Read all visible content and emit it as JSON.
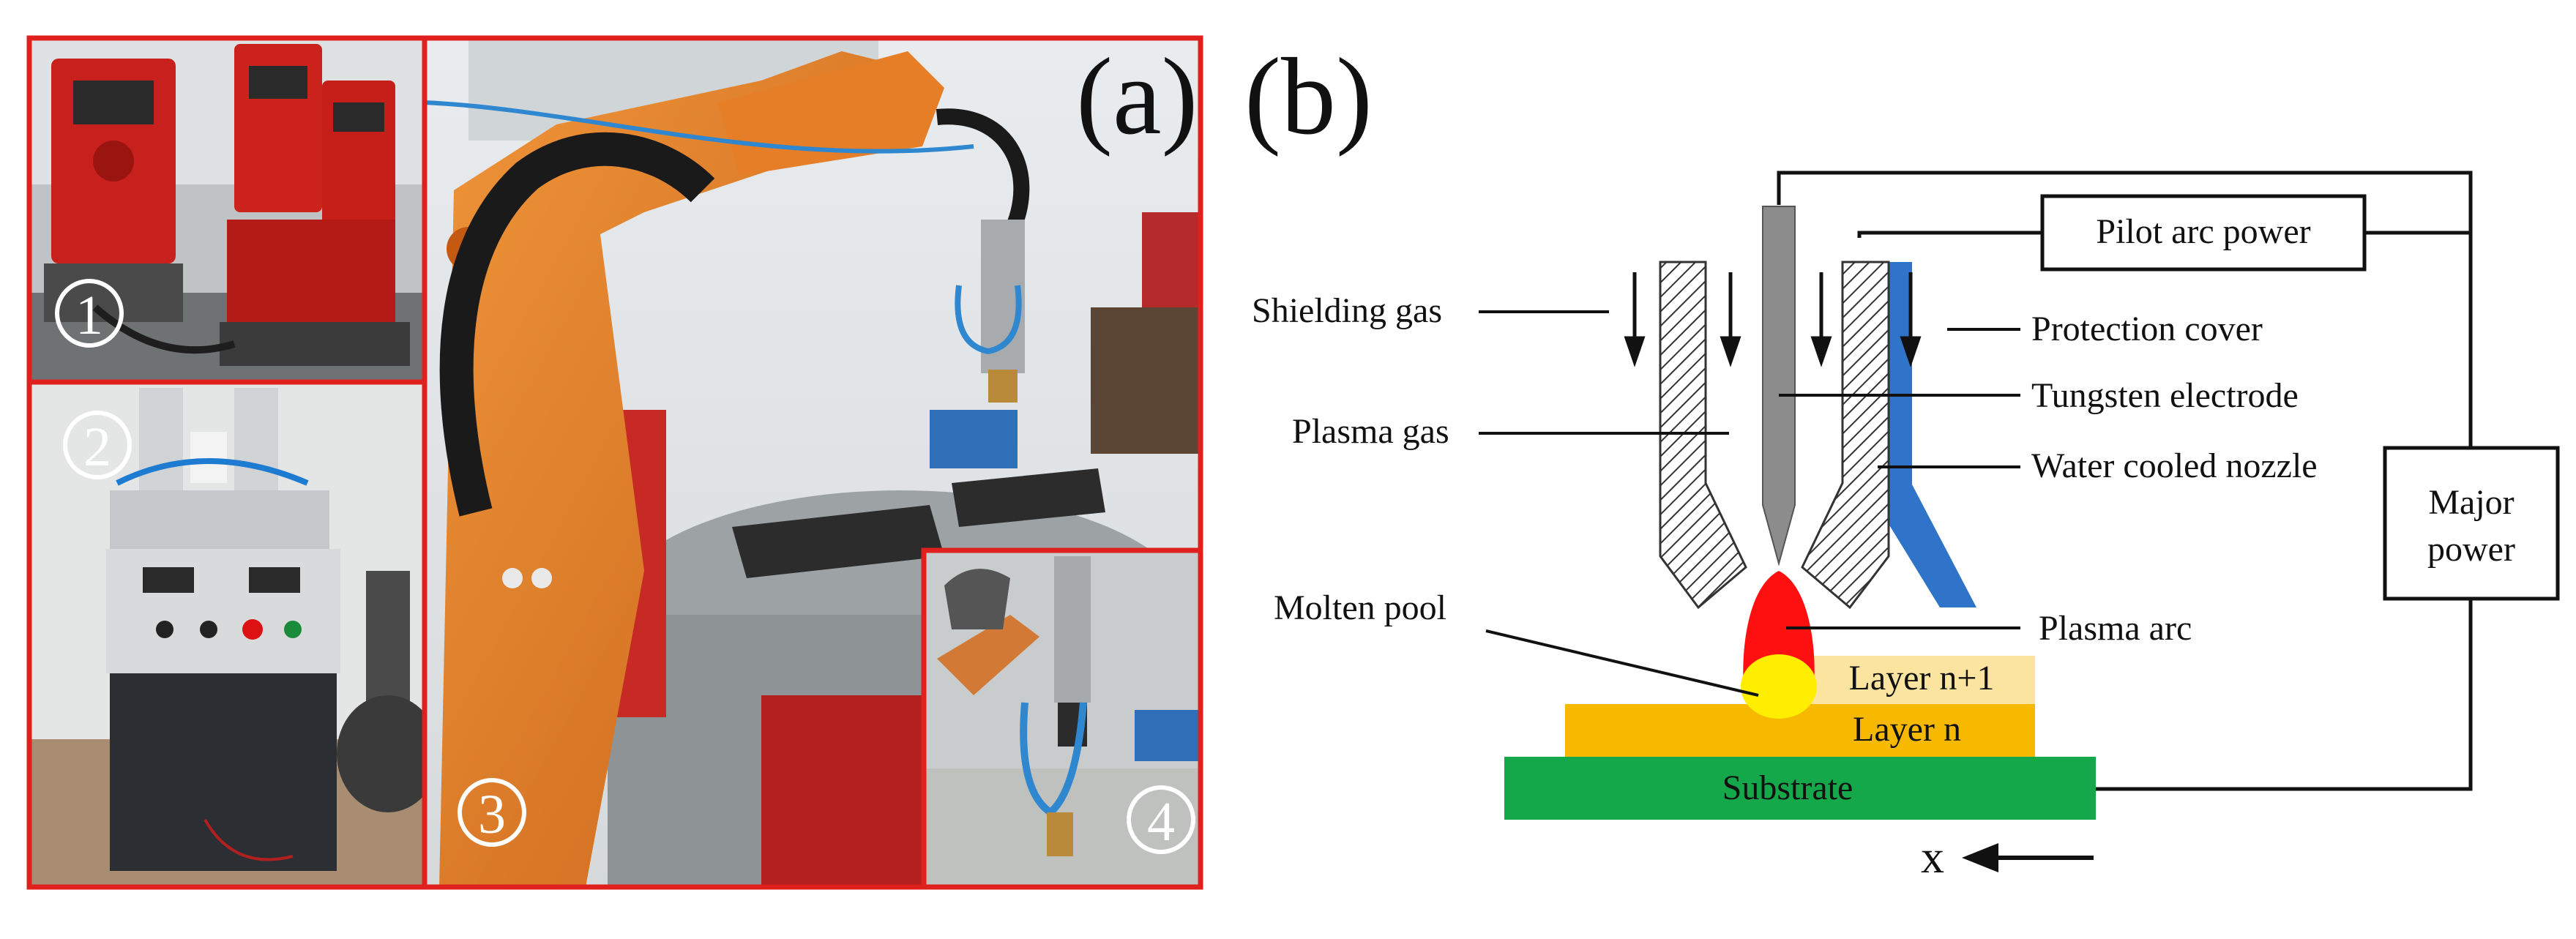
{
  "panel_a": {
    "label": "(a)",
    "markers": [
      "①",
      "②",
      "③",
      "④"
    ]
  },
  "panel_b": {
    "label": "(b)",
    "components": {
      "pilot_arc_power": "Pilot arc power",
      "major_power_line1": "Major",
      "major_power_line2": "power",
      "shielding_gas": "Shielding gas",
      "plasma_gas": "Plasma gas",
      "protection_cover": "Protection cover",
      "tungsten_electrode": "Tungsten electrode",
      "water_cooled_nozzle": "Water cooled nozzle",
      "molten_pool": "Molten pool",
      "plasma_arc": "Plasma arc",
      "layer_n1": "Layer n+1",
      "layer_n": "Layer n",
      "substrate": "Substrate",
      "direction": "x"
    }
  },
  "colors": {
    "frame_red": "#e0201c",
    "protection_cover": "#2f74c8",
    "substrate": "#14a84a",
    "layer_n": "#f7b900",
    "layer_n1": "#fbe3a0",
    "plasma_arc": "#ff1010",
    "molten_pool": "#ffee00",
    "electrode": "#8c8c8c"
  }
}
